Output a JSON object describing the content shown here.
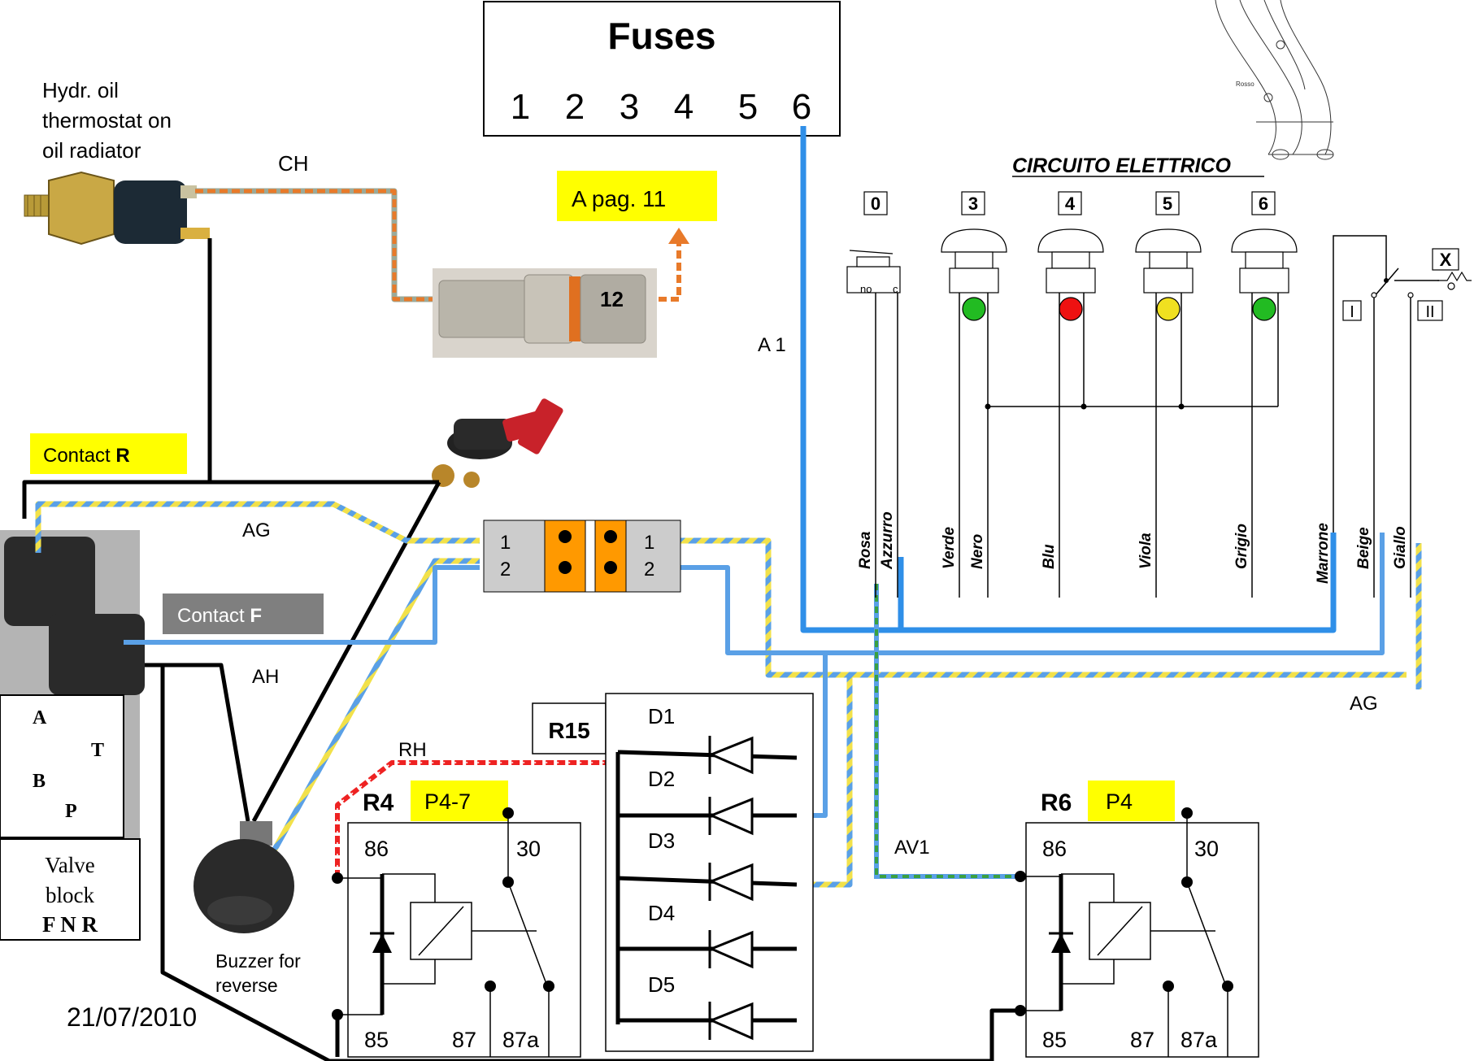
{
  "fuses": {
    "title": "Fuses",
    "numbers": [
      "1",
      "2",
      "3",
      "4",
      "5",
      "6"
    ]
  },
  "thermostat": {
    "lines": [
      "Hydr. oil",
      "thermostat on",
      "oil radiator"
    ]
  },
  "wires": {
    "ch": "CH",
    "a1": "A 1",
    "ag": "AG",
    "ag2": "AG",
    "ah": "AH",
    "rh": "RH",
    "av1": "AV1"
  },
  "tags": {
    "pag": "A pag. 11",
    "connector": "12"
  },
  "contacts": {
    "r_text": "Contact ",
    "r_bold": "R",
    "f_text": "Contact ",
    "f_bold": "F"
  },
  "connector_pins": {
    "left": [
      "1",
      "2"
    ],
    "right": [
      "1",
      "2"
    ]
  },
  "valve": {
    "ports": [
      "A",
      "T",
      "B",
      "P"
    ],
    "caption": [
      "Valve",
      "block",
      "F N R"
    ]
  },
  "buzzer": {
    "lines": [
      "Buzzer for",
      "reverse"
    ]
  },
  "date": "21/07/2010",
  "circuit": {
    "title": "CIRCUITO ELETTRICO",
    "numbers": [
      "0",
      "3",
      "4",
      "5",
      "6"
    ],
    "switch_labels": [
      "X",
      "I",
      "II"
    ],
    "micro_labels": [
      "no",
      "c"
    ],
    "lamp_colors": [
      "#22bb22",
      "#ee1111",
      "#f0e020",
      "#22bb22"
    ],
    "wire_names": [
      "Rosa",
      "Azzurro",
      "Verde",
      "Nero",
      "Blu",
      "Viola",
      "Grigio",
      "Marrone",
      "Beige",
      "Giallo"
    ]
  },
  "diodes": {
    "box": "R15",
    "labels": [
      "D1",
      "D2",
      "D3",
      "D4",
      "D5"
    ]
  },
  "relay_r4": {
    "name": "R4",
    "page": "P4-7",
    "pins": [
      "86",
      "30",
      "85",
      "87",
      "87a"
    ]
  },
  "relay_r6": {
    "name": "R6",
    "page": "P4",
    "pins": [
      "86",
      "30",
      "85",
      "87",
      "87a"
    ]
  },
  "image_text": "Rosso"
}
